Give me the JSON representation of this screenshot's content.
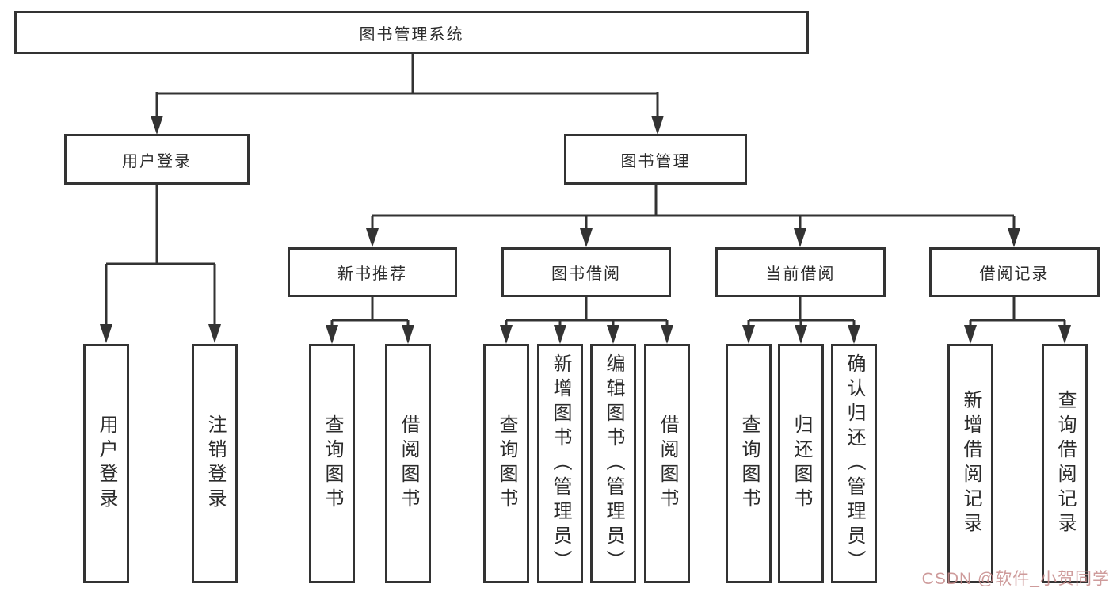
{
  "watermark": {
    "text": "CSDN @软件_小贺同学",
    "color": "#c68a8a"
  },
  "colors": {
    "line": "#333333",
    "box_border": "#333333",
    "box_background": "#ffffff",
    "text": "#2b2b2b"
  },
  "tree": {
    "root": {
      "label": "图书管理系统"
    },
    "branches": [
      {
        "label": "用户登录",
        "children": [
          {
            "label": "用户登录"
          },
          {
            "label": "注销登录"
          }
        ]
      },
      {
        "label": "图书管理",
        "children": [
          {
            "label": "新书推荐",
            "children": [
              {
                "label": "查询图书"
              },
              {
                "label": "借阅图书"
              }
            ]
          },
          {
            "label": "图书借阅",
            "children": [
              {
                "label": "查询图书"
              },
              {
                "label": "新增图书（管理员）"
              },
              {
                "label": "编辑图书（管理员）"
              },
              {
                "label": "借阅图书"
              }
            ]
          },
          {
            "label": "当前借阅",
            "children": [
              {
                "label": "查询图书"
              },
              {
                "label": "归还图书"
              },
              {
                "label": "确认归还（管理员）"
              }
            ]
          },
          {
            "label": "借阅记录",
            "children": [
              {
                "label": "新增借阅记录"
              },
              {
                "label": "查询借阅记录"
              }
            ]
          }
        ]
      }
    ]
  }
}
